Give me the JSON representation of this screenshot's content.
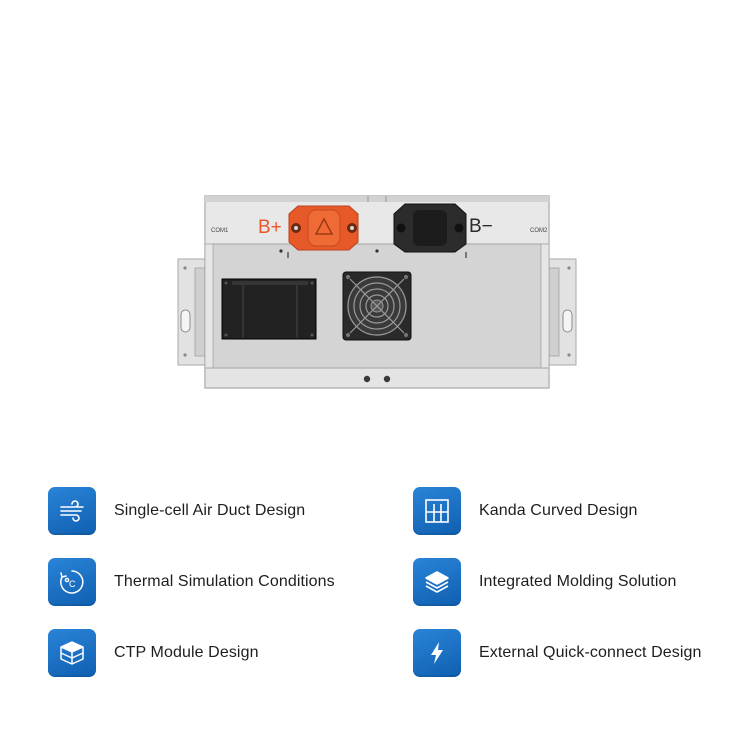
{
  "product": {
    "terminal_positive": "B+",
    "terminal_negative": "B−",
    "port_left": "COM1",
    "port_right": "COM2",
    "accent_color": "#e8592a"
  },
  "features": [
    {
      "label": "Single-cell Air Duct Design",
      "icon": "air-flow-icon"
    },
    {
      "label": "Kanda Curved Design",
      "icon": "grid-frame-icon"
    },
    {
      "label": "Thermal Simulation Conditions",
      "icon": "thermometer-cycle-icon"
    },
    {
      "label": "Integrated Molding Solution",
      "icon": "layers-icon"
    },
    {
      "label": "CTP Module Design",
      "icon": "cube-module-icon"
    },
    {
      "label": "External Quick-connect Design",
      "icon": "lightning-icon"
    }
  ],
  "colors": {
    "icon_background": "#1a6fc4",
    "text": "#1e1e1e"
  }
}
